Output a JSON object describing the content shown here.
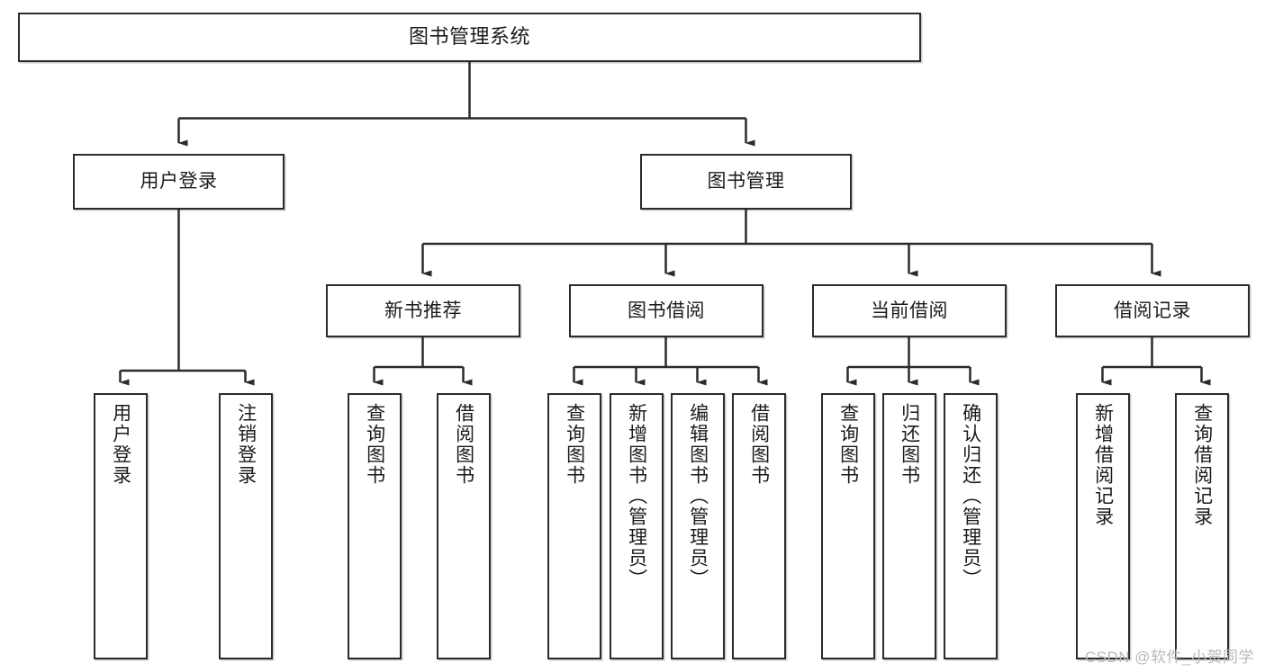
{
  "diagram": {
    "title": "图书管理系统",
    "type": "tree",
    "watermark": "CSDN @软件_小贺同学",
    "colors": {
      "box_border": "#2b2b2b",
      "box_fill": "#ffffff",
      "line": "#2b2b2b",
      "text": "#1b1b1b",
      "watermark": "#b9b9b9"
    },
    "nodes": {
      "root": {
        "label": "图书管理系统"
      },
      "level1": [
        {
          "label": "用户登录"
        },
        {
          "label": "图书管理"
        }
      ],
      "level2": [
        {
          "label": "新书推荐"
        },
        {
          "label": "图书借阅"
        },
        {
          "label": "当前借阅"
        },
        {
          "label": "借阅记录"
        }
      ],
      "leaves": {
        "user_login": [
          {
            "label": "用户登录"
          },
          {
            "label": "注销登录"
          }
        ],
        "new_book_recommend": [
          {
            "label": "查询图书"
          },
          {
            "label": "借阅图书"
          }
        ],
        "book_borrow": [
          {
            "label": "查询图书"
          },
          {
            "label": "新增图书（管理员）"
          },
          {
            "label": "编辑图书（管理员）"
          },
          {
            "label": "借阅图书"
          }
        ],
        "current_borrow": [
          {
            "label": "查询图书"
          },
          {
            "label": "归还图书"
          },
          {
            "label": "确认归还（管理员）"
          }
        ],
        "borrow_record": [
          {
            "label": "新增借阅记录"
          },
          {
            "label": "查询借阅记录"
          }
        ]
      }
    }
  }
}
